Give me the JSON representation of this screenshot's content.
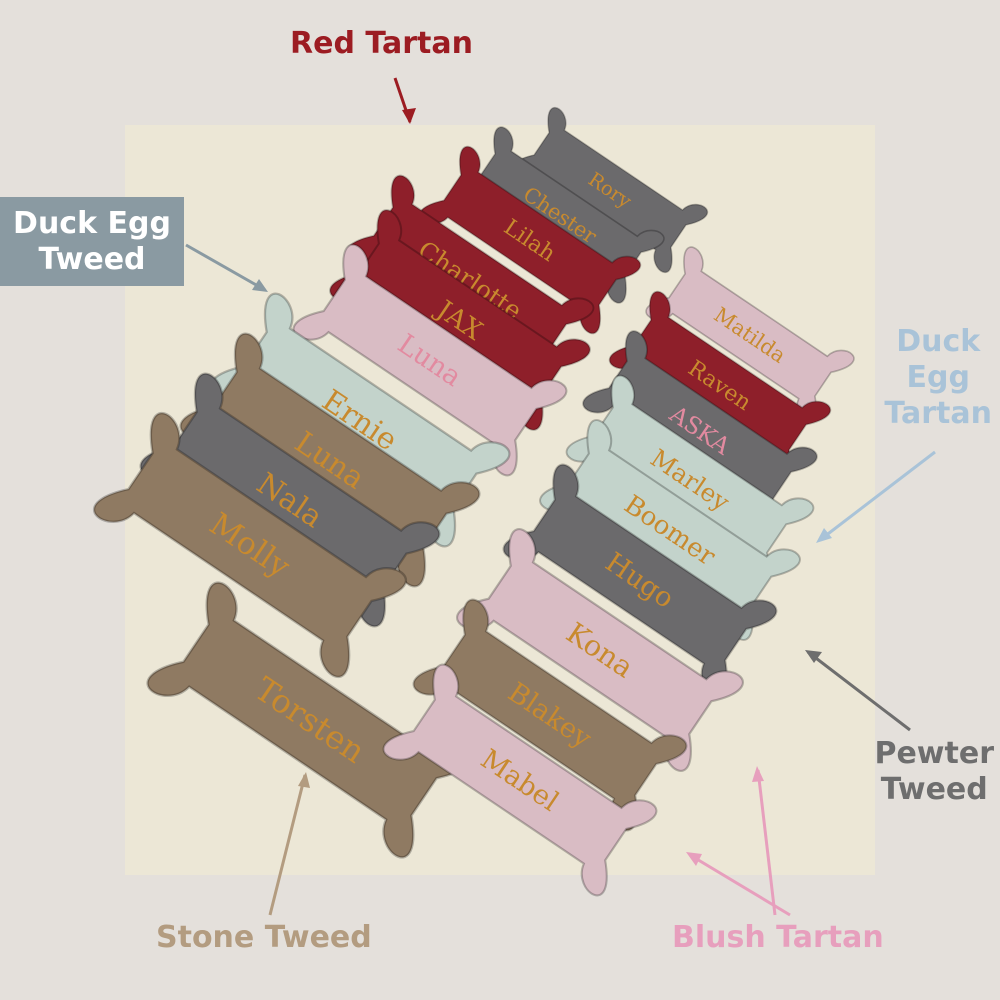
{
  "labels": {
    "red_tartan": "Red Tartan",
    "duck_egg_tweed_line1": "Duck Egg",
    "duck_egg_tweed_line2": "Tweed",
    "duck_egg_tartan_line1": "Duck",
    "duck_egg_tartan_line2": "Egg",
    "duck_egg_tartan_line3": "Tartan",
    "pewter_tweed_line1": "Pewter",
    "pewter_tweed_line2": "Tweed",
    "stone_tweed": "Stone Tweed",
    "blush_tartan": "Blush Tartan"
  },
  "toys": [
    {
      "name": "Rory",
      "fabric": "pewter"
    },
    {
      "name": "Chester",
      "fabric": "pewter"
    },
    {
      "name": "Lilah",
      "fabric": "red"
    },
    {
      "name": "Charlotte",
      "fabric": "red"
    },
    {
      "name": "JAX",
      "fabric": "red"
    },
    {
      "name": "Luna",
      "fabric": "blush"
    },
    {
      "name": "Ernie",
      "fabric": "duckegg"
    },
    {
      "name": "Luna",
      "fabric": "stone"
    },
    {
      "name": "Nala",
      "fabric": "pewter"
    },
    {
      "name": "Molly",
      "fabric": "stone"
    },
    {
      "name": "Torsten",
      "fabric": "stone"
    },
    {
      "name": "Matilda",
      "fabric": "blush"
    },
    {
      "name": "Raven",
      "fabric": "red"
    },
    {
      "name": "ASKA",
      "fabric": "pewter"
    },
    {
      "name": "Marley",
      "fabric": "duckegg"
    },
    {
      "name": "Boomer",
      "fabric": "duckegg"
    },
    {
      "name": "Hugo",
      "fabric": "pewter"
    },
    {
      "name": "Kona",
      "fabric": "blush"
    },
    {
      "name": "Blakey",
      "fabric": "stone"
    },
    {
      "name": "Mabel",
      "fabric": "blush"
    }
  ],
  "colors": {
    "background": "#e4e0db",
    "photo_bg": "#ece7d6",
    "red": "#8e1f2a",
    "blush": "#d9bcc4",
    "duckegg": "#c3d3cb",
    "stone": "#8f7a62",
    "pewter": "#6b6a6c",
    "embroidery": "#c88a2e",
    "embroidery_pink": "#e28aa0"
  }
}
